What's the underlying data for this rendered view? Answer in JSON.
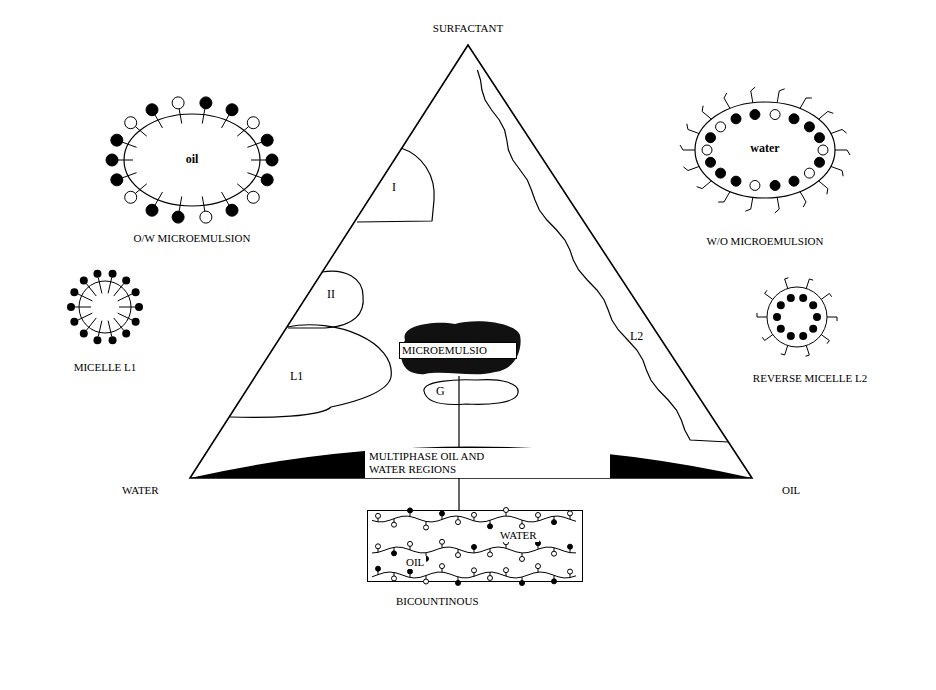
{
  "diagram": {
    "nodes": [
      {
        "text": [
          "SURFACTANT",
          "WATER",
          "OIL"
        ]
      },
      {
        "text": [
          "I"
        ],
        "in": 0
      },
      {
        "text": [
          "II"
        ],
        "in": 0
      },
      {
        "text": [
          "L1"
        ],
        "in": 0
      },
      {
        "text": [
          "MICROEMULSIO"
        ],
        "in": 0
      },
      {
        "text": [
          "G"
        ],
        "in": 0
      },
      {
        "text": [
          "L2"
        ],
        "in": 0
      },
      {
        "text": [
          "MULTIPHASE OIL AND WATER REGIONS"
        ],
        "in": 0
      },
      {
        "text": [
          "oil",
          "O/W MICROEMULSION"
        ]
      },
      {
        "text": [
          "MICELLE L1"
        ]
      },
      {
        "text": [
          "water",
          "W/O MICROEMULSION"
        ]
      },
      {
        "text": [
          "REVERSE MICELLE L2"
        ]
      },
      {
        "text": [
          "WATER",
          "OIL",
          "BICOUNTINOUS"
        ]
      }
    ],
    "edges": [
      {
        "from": 4,
        "to": 12,
        "arrow": "none"
      }
    ]
  }
}
